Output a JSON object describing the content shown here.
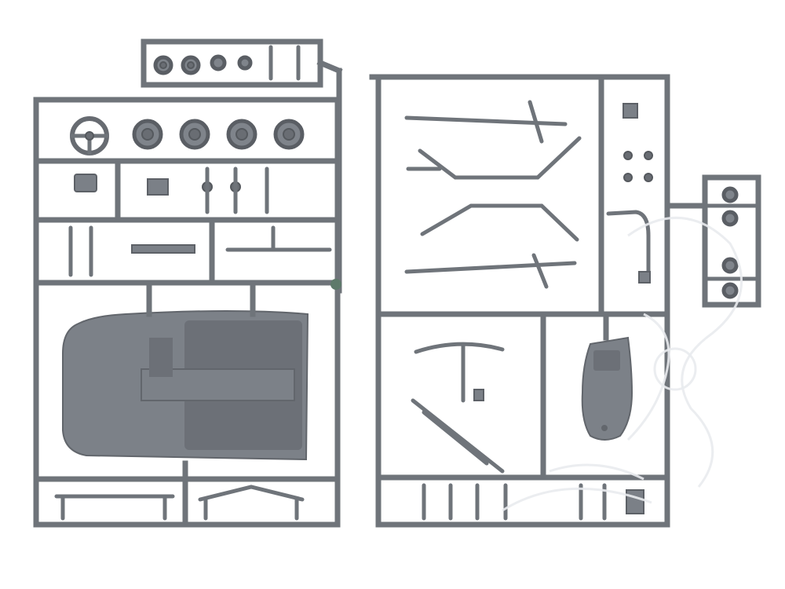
{
  "scene": {
    "subject": "kit-sprue-photo",
    "colors": {
      "background": "#ffffff",
      "plastic": "#7b8087",
      "plastic_dark": "#5d6167",
      "watermark": "#e9ebee"
    },
    "sprues": [
      "left-sprue",
      "right-sprue",
      "top-mini-sprue",
      "side-mini-sprue"
    ]
  }
}
